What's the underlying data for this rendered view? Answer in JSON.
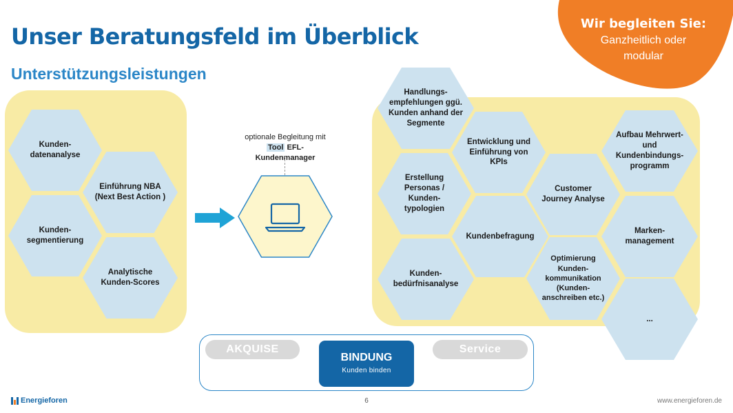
{
  "header": {
    "title": "Unser Beratungsfeld im Überblick",
    "subtitle": "Unterstützungsleistungen"
  },
  "badge": {
    "headline": "Wir begleiten Sie:",
    "line1": "Ganzheitlich oder",
    "line2": "modular",
    "color": "#f07e26"
  },
  "left_hexes": [
    "Kunden-\ndatenanalyse",
    "Einführung NBA\n(Next Best Action )",
    "Kunden-\nsegmentierung",
    "Analytische\nKunden-Scores"
  ],
  "tool": {
    "line1": "optionale Begleitung mit",
    "tool_word": "Tool",
    "manager": "EFL-Kundenmanager",
    "icon": "laptop-icon"
  },
  "right_hexes": [
    "Handlungs-\nempfehlungen ggü.\nKunden anhand der\nSegmente",
    "Entwicklung und\nEinführung von\nKPIs",
    "Aufbau Mehrwert-\nund\nKundenbindungs-\nprogramm",
    "Erstellung\nPersonas /\nKunden-\ntypologien",
    "Customer\nJourney Analyse",
    "Kundenbefragung",
    "Marken-\nmanagement",
    "Kunden-\nbedürfnisanalyse",
    "Optimierung\nKunden-\nkommunikation\n(Kunden-\nanschreiben etc.)",
    "..."
  ],
  "phases": {
    "left": "AKQUISE",
    "active_title": "BINDUNG",
    "active_subtitle": "Kunden binden",
    "right": "Service"
  },
  "footer": {
    "logo_text": "Energieforen",
    "page_number": "6",
    "url": "www.energieforen.de"
  },
  "colors": {
    "brand_blue": "#1466a6",
    "hex_fill": "#cde2ef",
    "panel_yellow": "#f8eba5",
    "arrow": "#1fa3d6"
  }
}
